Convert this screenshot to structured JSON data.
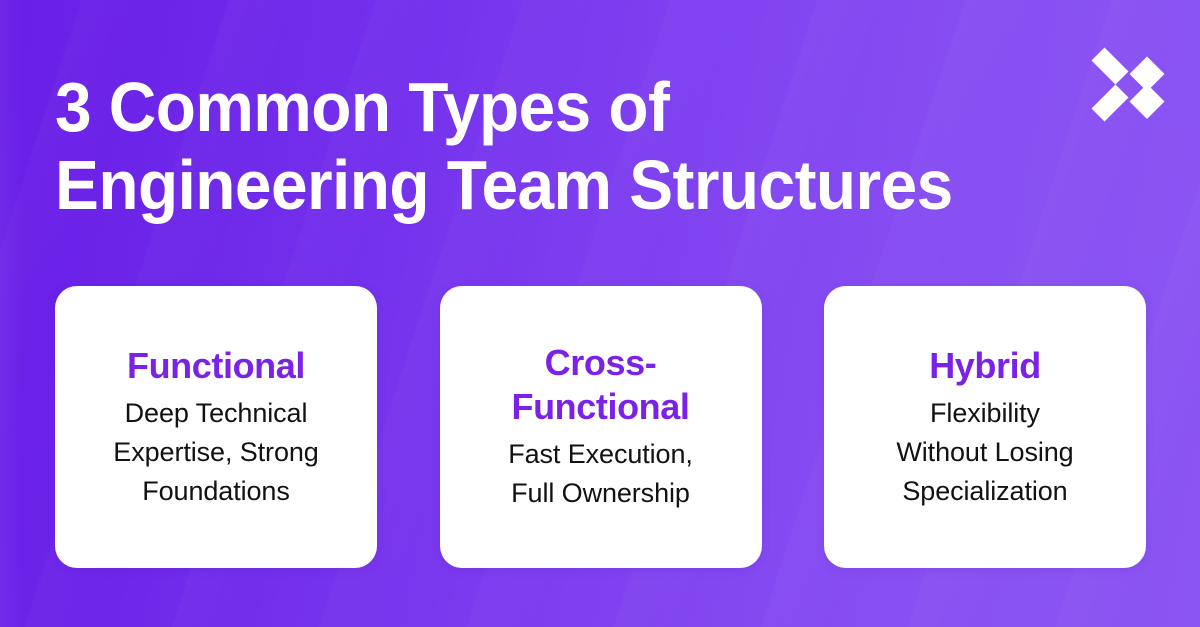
{
  "theme": {
    "background_gradient_from": "#6A1EE6",
    "background_gradient_to": "#8B55F3",
    "accent_purple": "#7A22E8",
    "card_background": "#FFFFFF",
    "headline_color": "#FFFFFF",
    "body_text_color": "#121212"
  },
  "brand": {
    "logo_name": "x-chevron-diamonds-logo",
    "logo_color": "#FFFFFF"
  },
  "headline": {
    "text": "3 Common Types of\nEngineering Team Structures",
    "line_1": "3 Common Types of",
    "line_2": "Engineering Team Structures"
  },
  "cards": [
    {
      "id": "functional",
      "title": "Functional",
      "description": "Deep Technical\nExpertise, Strong\nFoundations"
    },
    {
      "id": "cross-functional",
      "title": "Cross-\nFunctional",
      "description": "Fast Execution,\nFull Ownership"
    },
    {
      "id": "hybrid",
      "title": "Hybrid",
      "description": "Flexibility\nWithout Losing\nSpecialization"
    }
  ]
}
